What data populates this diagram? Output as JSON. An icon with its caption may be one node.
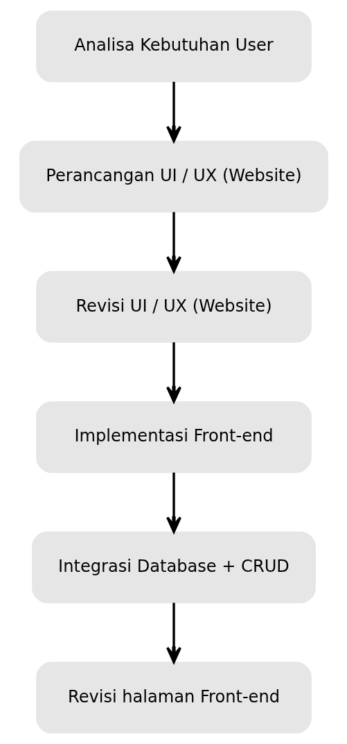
{
  "diagram": {
    "nodes": [
      {
        "text": [
          "Analisa Kebutuhan User"
        ]
      },
      {
        "text": [
          "Perancangan UI / UX (Website)"
        ]
      },
      {
        "text": [
          "Revisi UI / UX (Website)"
        ]
      },
      {
        "text": [
          "Implementasi Front-end"
        ]
      },
      {
        "text": [
          "Integrasi Database + CRUD"
        ]
      },
      {
        "text": [
          "Revisi halaman Front-end"
        ]
      }
    ],
    "edges": [
      {
        "from": 0,
        "to": 1,
        "arrow": "to"
      },
      {
        "from": 1,
        "to": 2,
        "arrow": "to"
      },
      {
        "from": 2,
        "to": 3,
        "arrow": "to"
      },
      {
        "from": 3,
        "to": 4,
        "arrow": "to"
      },
      {
        "from": 4,
        "to": 5,
        "arrow": "to"
      }
    ]
  }
}
